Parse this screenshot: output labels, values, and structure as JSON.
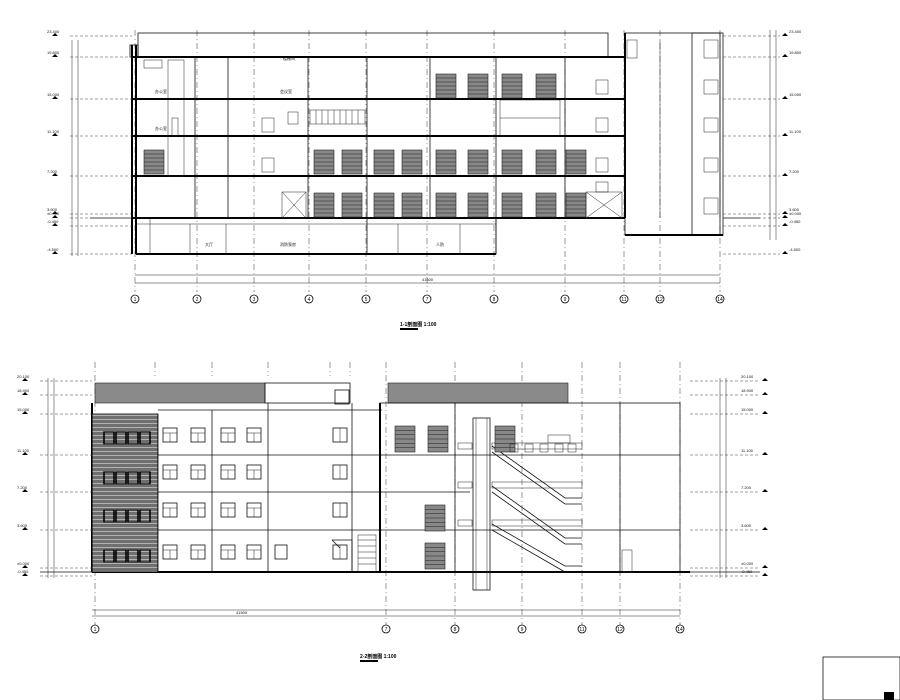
{
  "section_1": {
    "title": "1-1剖面图 1:100",
    "axes": [
      "1",
      "2",
      "3",
      "4",
      "5",
      "7",
      "8",
      "9",
      "11",
      "12",
      "14"
    ],
    "total_dim": "41500",
    "room_labels": [
      "办公室",
      "办公室",
      "会议室",
      "楼梯间",
      "大厅",
      "消防泵房",
      "人防"
    ]
  },
  "section_2": {
    "title": "2-2剖面图 1:100",
    "axes": [
      "1",
      "7",
      "8",
      "9",
      "11",
      "12",
      "14"
    ],
    "total_dim": "41500"
  },
  "levels": {
    "section_1": [
      "23.400",
      "19.800",
      "15.000",
      "11.100",
      "7.200",
      "3.600",
      "±0.000",
      "-0.450",
      "-4.500"
    ],
    "section_2": [
      "20.100",
      "18.900",
      "15.000",
      "11.100",
      "7.200",
      "3.600",
      "±0.000",
      "-0.450"
    ]
  }
}
